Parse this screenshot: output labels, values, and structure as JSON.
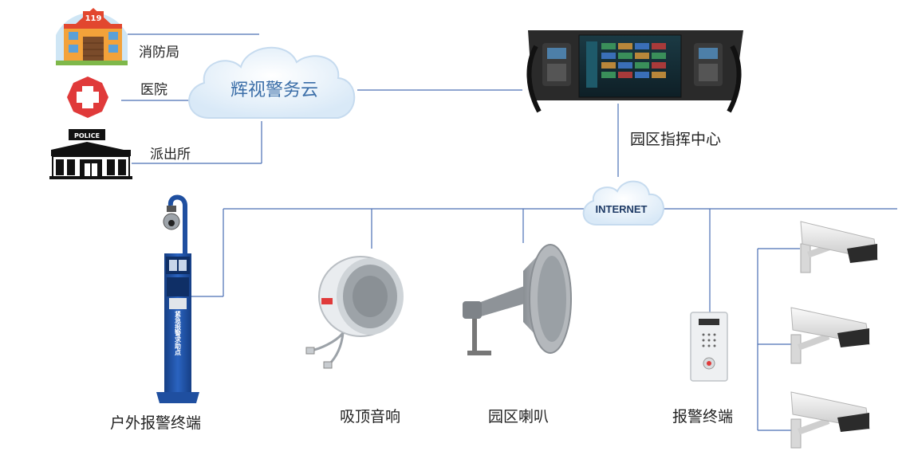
{
  "agencies": [
    {
      "id": "fire",
      "label": "消防局",
      "icon": "fire-station-icon",
      "badge": "119"
    },
    {
      "id": "hospital",
      "label": "医院",
      "icon": "hospital-cross-icon"
    },
    {
      "id": "police",
      "label": "派出所",
      "icon": "police-station-icon",
      "badge": "POLICE"
    }
  ],
  "cloud_label": "辉视警务云",
  "command_center_label": "园区指挥中心",
  "internet_label": "INTERNET",
  "devices": [
    {
      "id": "outdoor-alarm",
      "label": "户外报警终端",
      "pole_text": "紧急报警求助点"
    },
    {
      "id": "ceiling-speaker",
      "label": "吸顶音响"
    },
    {
      "id": "horn",
      "label": "园区喇叭"
    },
    {
      "id": "alarm-terminal",
      "label": "报警终端"
    }
  ],
  "colors": {
    "line": "#4a6fb5",
    "cloud_fill": "#e8f2fb",
    "cloud_stroke": "#b9d3ec",
    "pole": "#1f4fa0",
    "hospital_red": "#e03a3a"
  }
}
